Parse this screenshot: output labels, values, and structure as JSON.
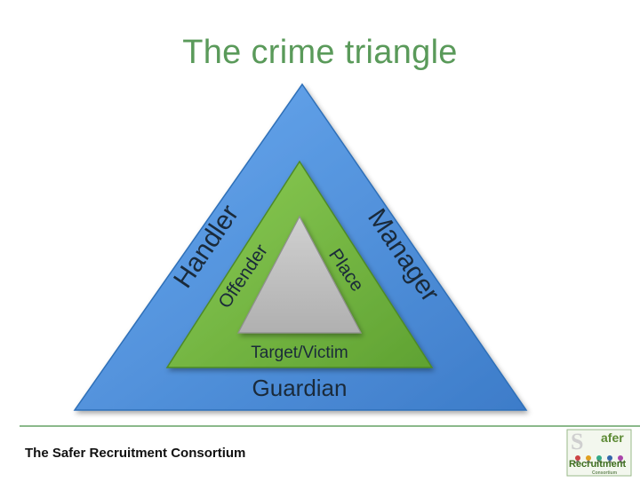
{
  "title": "The crime triangle",
  "labels": {
    "handler": "Handler",
    "manager": "Manager",
    "guardian": "Guardian",
    "offender": "Offender",
    "place": "Place",
    "target": "Target/Victim"
  },
  "footer": {
    "text": "The Safer Recruitment Consortium",
    "logo_word1": "afer",
    "logo_word2": "Recruitment",
    "logo_word3": "Consortium"
  },
  "colors": {
    "outer": "#4a8fd9",
    "middle": "#6fb43f",
    "inner": "#bdbdbd",
    "title": "#5a9a5a",
    "text": "#1a2a3a"
  }
}
